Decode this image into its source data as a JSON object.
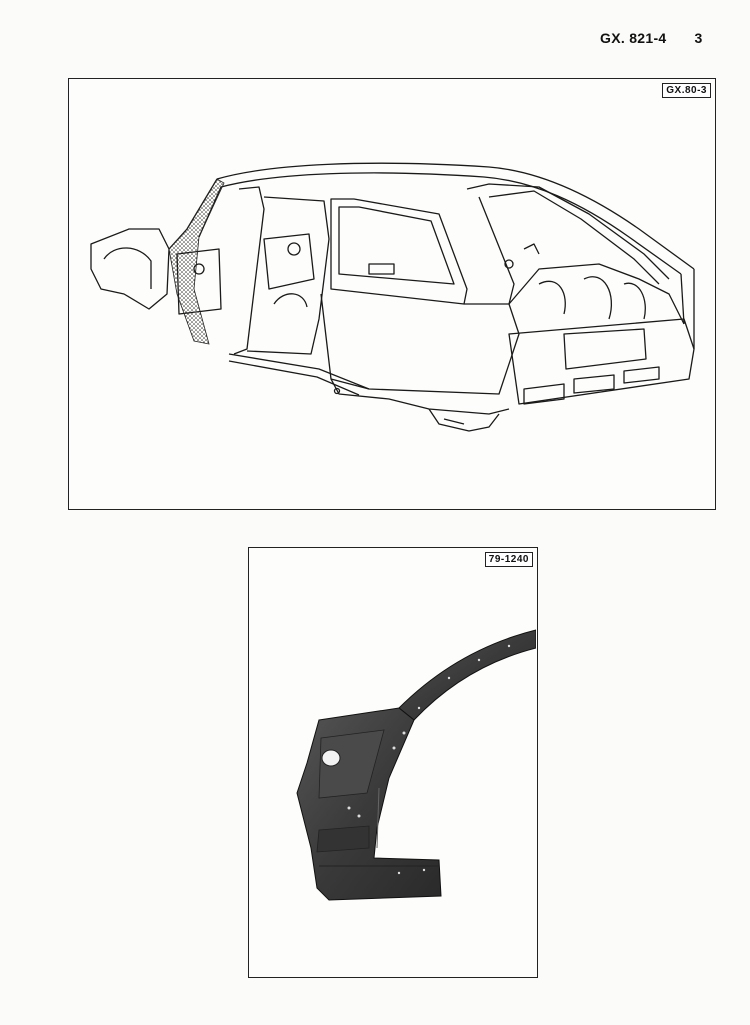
{
  "header": {
    "doc_ref": "GX. 821-4",
    "page_number": "3"
  },
  "figures": [
    {
      "ref_label": "GX.80-3"
    },
    {
      "ref_label": "79-1240"
    }
  ]
}
